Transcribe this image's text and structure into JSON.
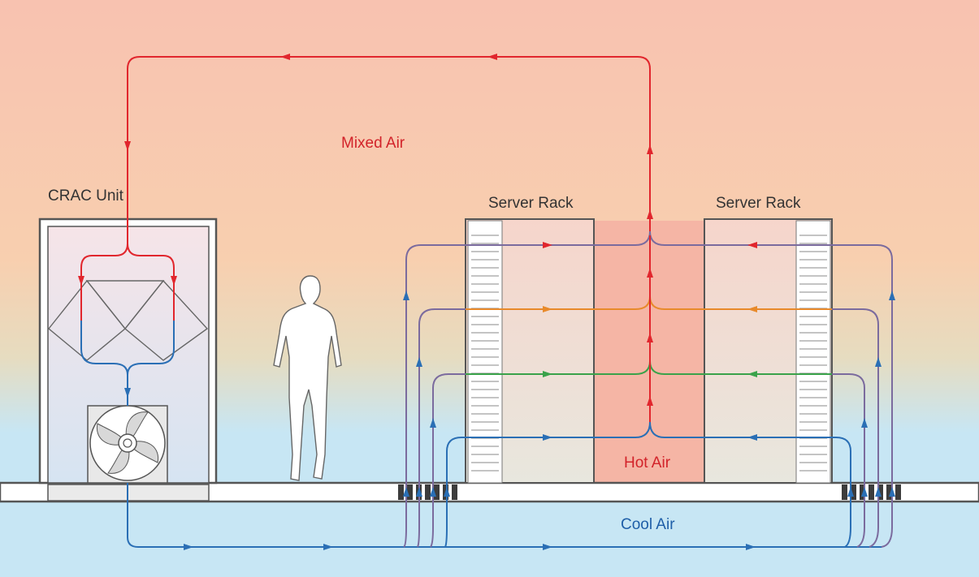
{
  "labels": {
    "crac_unit": "CRAC Unit",
    "mixed_air": "Mixed Air",
    "server_rack_left": "Server Rack",
    "server_rack_right": "Server Rack",
    "hot_air": "Hot Air",
    "cool_air": "Cool Air"
  },
  "colors": {
    "warm_background": "#f8c2b0",
    "cool_background": "#c7e6f4",
    "hot_aisle": "#f5b5a5",
    "mixed_air_line": "#e1262d",
    "cool_air_line": "#2a6fb5",
    "rack_flow_top": "#7b6b9e",
    "rack_flow_2": "#e88a2b",
    "rack_flow_3": "#3aa24a",
    "rack_flow_bottom": "#2a6fb5",
    "label_dark": "#333333",
    "label_red": "#d2232a",
    "label_blue": "#1e5ea8"
  }
}
